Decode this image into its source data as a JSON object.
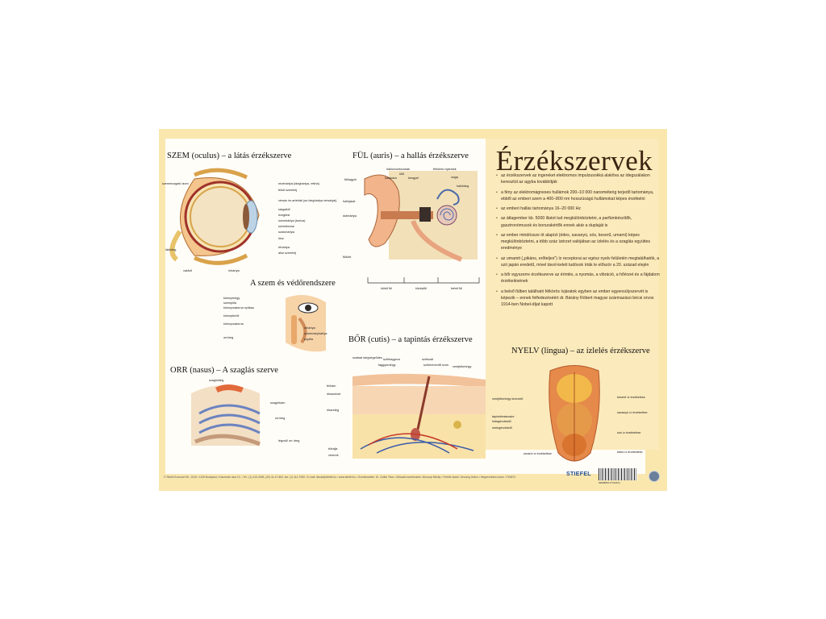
{
  "title": "Érzékszervek",
  "sections": {
    "eye": {
      "title": "SZEM (oculus) – a látás érzékszerve",
      "labels": [
        "szemmozgató izom",
        "recehártya (ideghártya, retina)",
        "felső szemhéj",
        "vérsáv és artériák (az ideghártya vérsávjai)",
        "sárgafolt",
        "üvegtest",
        "szemhártya (tunica)",
        "ínhártya",
        "érhártya",
        "szemlencse",
        "szaruhártya",
        "írisz",
        "alsó szemhéj",
        "látóideg",
        "vakfolt",
        "ínhártya"
      ]
    },
    "ear": {
      "title": "FÜL (auris) – a hallás érzékszerve",
      "labels": [
        "fülkagyló",
        "hallócsontocskák",
        "kalapács",
        "üllő",
        "kengyel",
        "félkörös ívjáratok",
        "csiga",
        "hallóideg",
        "hallójárat",
        "dobhártya",
        "fülkürt",
        "külső fül",
        "középfül",
        "belső fül"
      ]
    },
    "eye_protect": {
      "title": "A szem és védőrendszere",
      "labels": [
        "könnymirigy",
        "szempilla",
        "könnycsatorna nyílása",
        "könnytömlő",
        "könnycsatorna",
        "orrüreg",
        "ínhártya",
        "szivárványhártya",
        "pupilla"
      ]
    },
    "nose": {
      "title": "ORR (nasus) – A szaglás szerve",
      "labels": [
        "szaglóideg",
        "szaglóhám",
        "orrüreg",
        "légcső/ orr üreg"
      ]
    },
    "skin": {
      "title": "BŐR (cutis) – a tapintás érzékszerve",
      "labels": [
        "szabad idegvégződés",
        "szőrhagyma",
        "faggyúmirigy",
        "szőrszál",
        "szőrmerevítő izom",
        "verejtékmirigy",
        "verejtékmirigy kivezető",
        "felhám",
        "irhaszövet",
        "irharéteg",
        "bőralja",
        "tapintótestecske",
        "hidegérzékelő",
        "melegérzékelő",
        "vérerek"
      ]
    },
    "tongue": {
      "title": "NYELV (lingua) – az ízlelés érzékszerve",
      "labels": [
        "keserű íz érzékelése",
        "savanyú íz érzékelése",
        "sós íz érzékelése",
        "édes íz érzékelése",
        "umami íz érzékelése"
      ]
    }
  },
  "facts": [
    "az érzékszervek az ingereket elektromos impulzusokká alakítva az idegszálakon keresztül az agyba továbbítják",
    "a fény az elektromágneses hullámok 200–10 000 nanométerig terjedő tartománya, ebből az emberi szem a 400–800 nm hosszúságú hullámokat képes érzékelni",
    "az emberi hallás tartománya 16–20 000 Hz",
    "az átlagember kb. 5000 illatot tud megkülönböztetni, a parfümkészítők, gasztronómusok és borszakértők ennek akár a duplaját is",
    "az ember mindössze öt alapízt (édes, savanyú, sós, keserű, umami) képes megkülönböztetni, a több száz ízérzet valójában az ízlelés és a szaglás együttes eredménye",
    "az umamit („pikáns, erőteljes\") íz receptorai az egész nyelv felületén megtalálhatók, a szó japán eredetű, mivel távol-keleti tudósok írták le először a 20. század elején",
    "a bőr egyszerre érzékszerve az érintés, a nyomás, a vibráció, a hőérzet és a fájdalom érzékelésének",
    "a belső fülben található félkörös ívjáratok egyben az ember egyensúlyszervét is képezik – ennek felfedezéséért dr. Bárány Róbert magyar származású bécsi orvos 1914-ben Nobel-díjat kapott"
  ],
  "footer": "© Stiefel Eurocart Kft., 2016 • 1105 Budapest, Kolozsvári utca 10. • Tel.: (1) 415-2055, (20) 41-47-860, fax: (1) 414-7080 • E-mail: iskola@stiefel.hu • www.stiefel.hu • Szerkesztette: Dr. Csillár Tibor • Műszaki szerkesztés: Mosonyi Mihály • Felelős kiadó: Herczeg Gábor • Megrendelési szám: 1760674",
  "brand": "STIEFEL",
  "barcode_number": "5999885717760674",
  "colors": {
    "poster_bg": "#f9e7ae",
    "side_panel": "#fbeabb",
    "panel": "#fffdf8"
  }
}
